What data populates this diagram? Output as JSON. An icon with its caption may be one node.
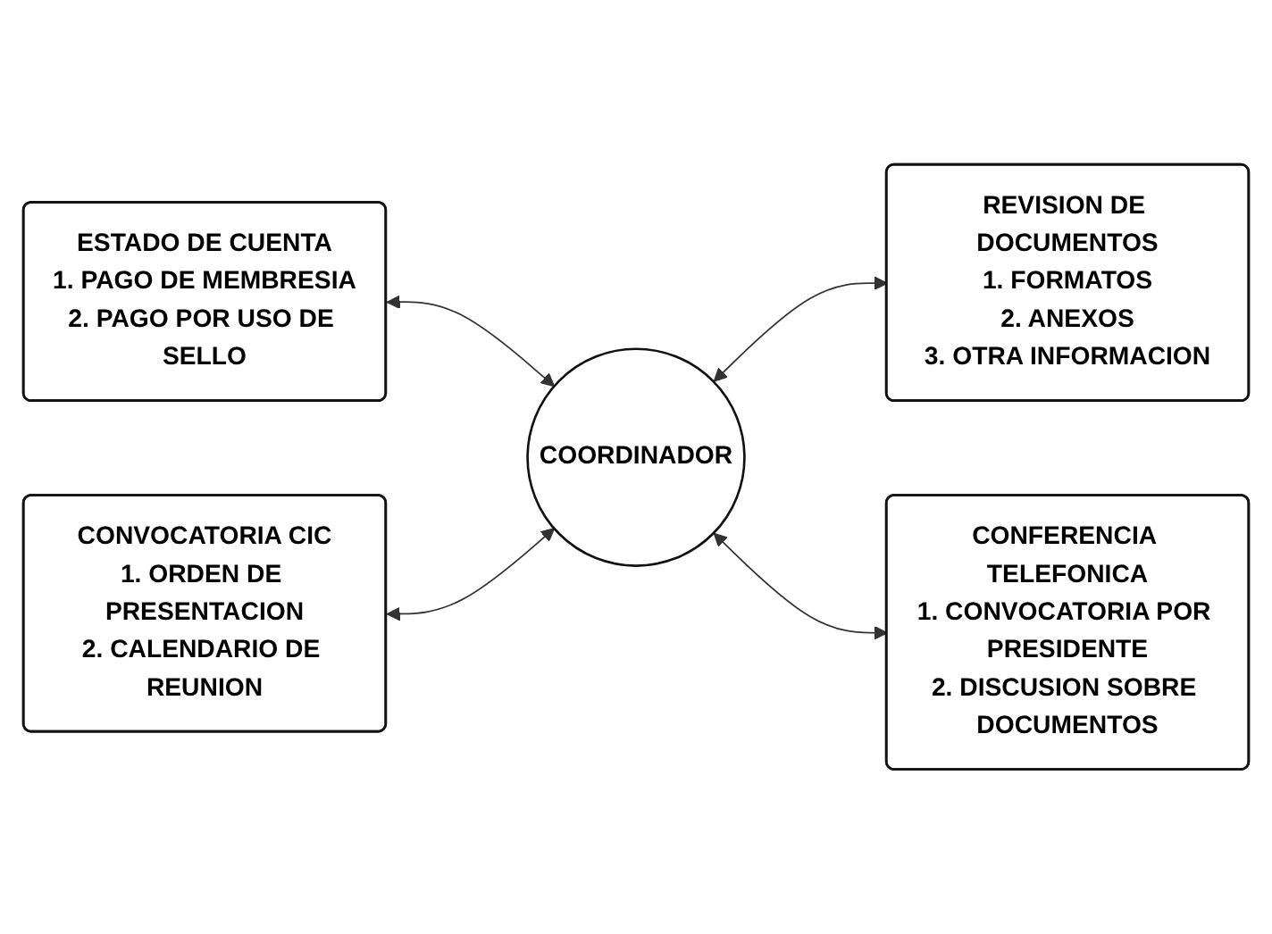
{
  "diagram": {
    "nodes": [
      {
        "text": [
          "ESTADO DE CUENTA",
          "1. PAGO DE MEMBRESIA",
          "2. PAGO POR USO DE SELLO"
        ]
      },
      {
        "text": [
          "REVISION DE DOCUMENTOS",
          "1. FORMATOS",
          "2. ANEXOS",
          "3. OTRA INFORMACION"
        ]
      },
      {
        "text": [
          "COORDINADOR"
        ]
      },
      {
        "text": [
          "CONVOCATORIA CIC",
          "1. ORDEN DE PRESENTACION",
          "2. CALENDARIO DE REUNION"
        ]
      },
      {
        "text": [
          "CONFERENCIA TELEFONICA",
          "1. CONVOCATORIA POR PRESIDENTE",
          "2. DISCUSION SOBRE DOCUMENTOS"
        ]
      }
    ],
    "edges": [
      {
        "from": 0,
        "to": 2,
        "arrow": "both"
      },
      {
        "from": 2,
        "to": 1,
        "arrow": "both"
      },
      {
        "from": 3,
        "to": 2,
        "arrow": "both"
      },
      {
        "from": 2,
        "to": 4,
        "arrow": "both"
      }
    ]
  }
}
